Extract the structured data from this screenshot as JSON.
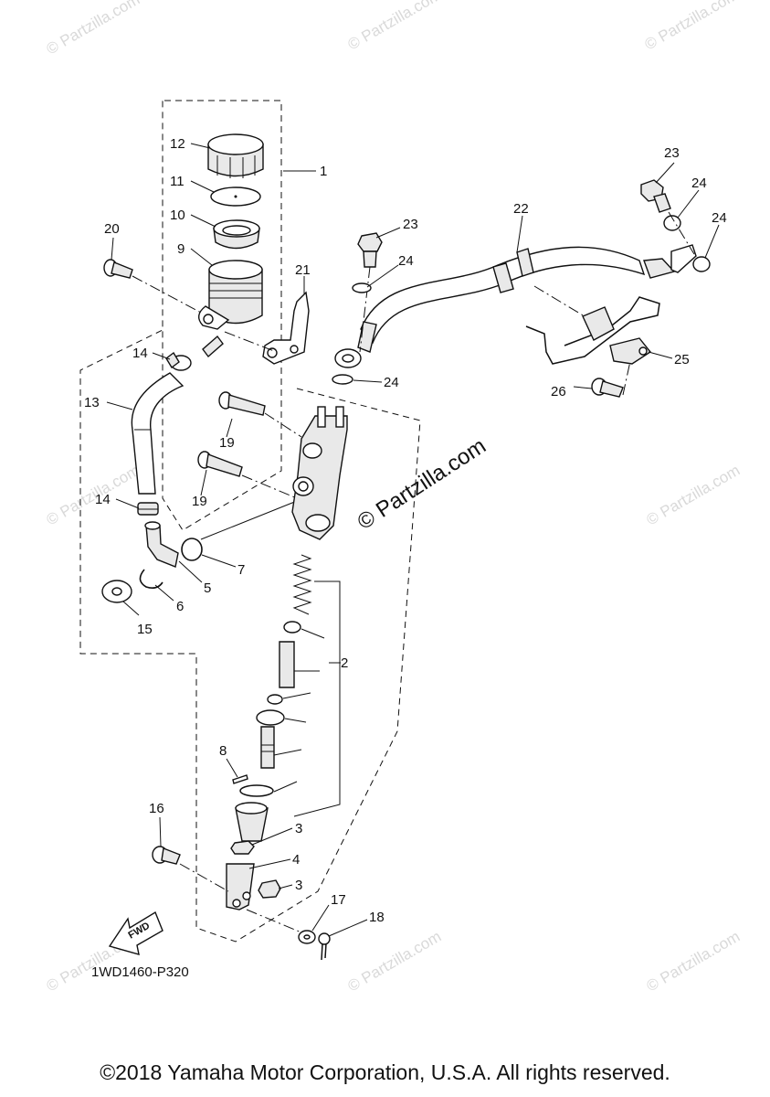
{
  "watermark": "© Partzilla.com",
  "center_watermark": "© Partzilla.com",
  "diagram_code": "1WD1460-P320",
  "fwd_label": "FWD",
  "copyright": "©2018 Yamaha Motor Corporation, U.S.A. All rights reserved.",
  "callouts": {
    "c1": "1",
    "c2": "2",
    "c3a": "3",
    "c3b": "3",
    "c4": "4",
    "c5": "5",
    "c6": "6",
    "c7": "7",
    "c8": "8",
    "c9": "9",
    "c10": "10",
    "c11": "11",
    "c12": "12",
    "c13": "13",
    "c14a": "14",
    "c14b": "14",
    "c15": "15",
    "c16": "16",
    "c17": "17",
    "c18": "18",
    "c19a": "19",
    "c19b": "19",
    "c20": "20",
    "c21": "21",
    "c22": "22",
    "c23a": "23",
    "c23b": "23",
    "c24a": "24",
    "c24b": "24",
    "c24c": "24",
    "c24d": "24",
    "c25": "25",
    "c26": "26"
  }
}
